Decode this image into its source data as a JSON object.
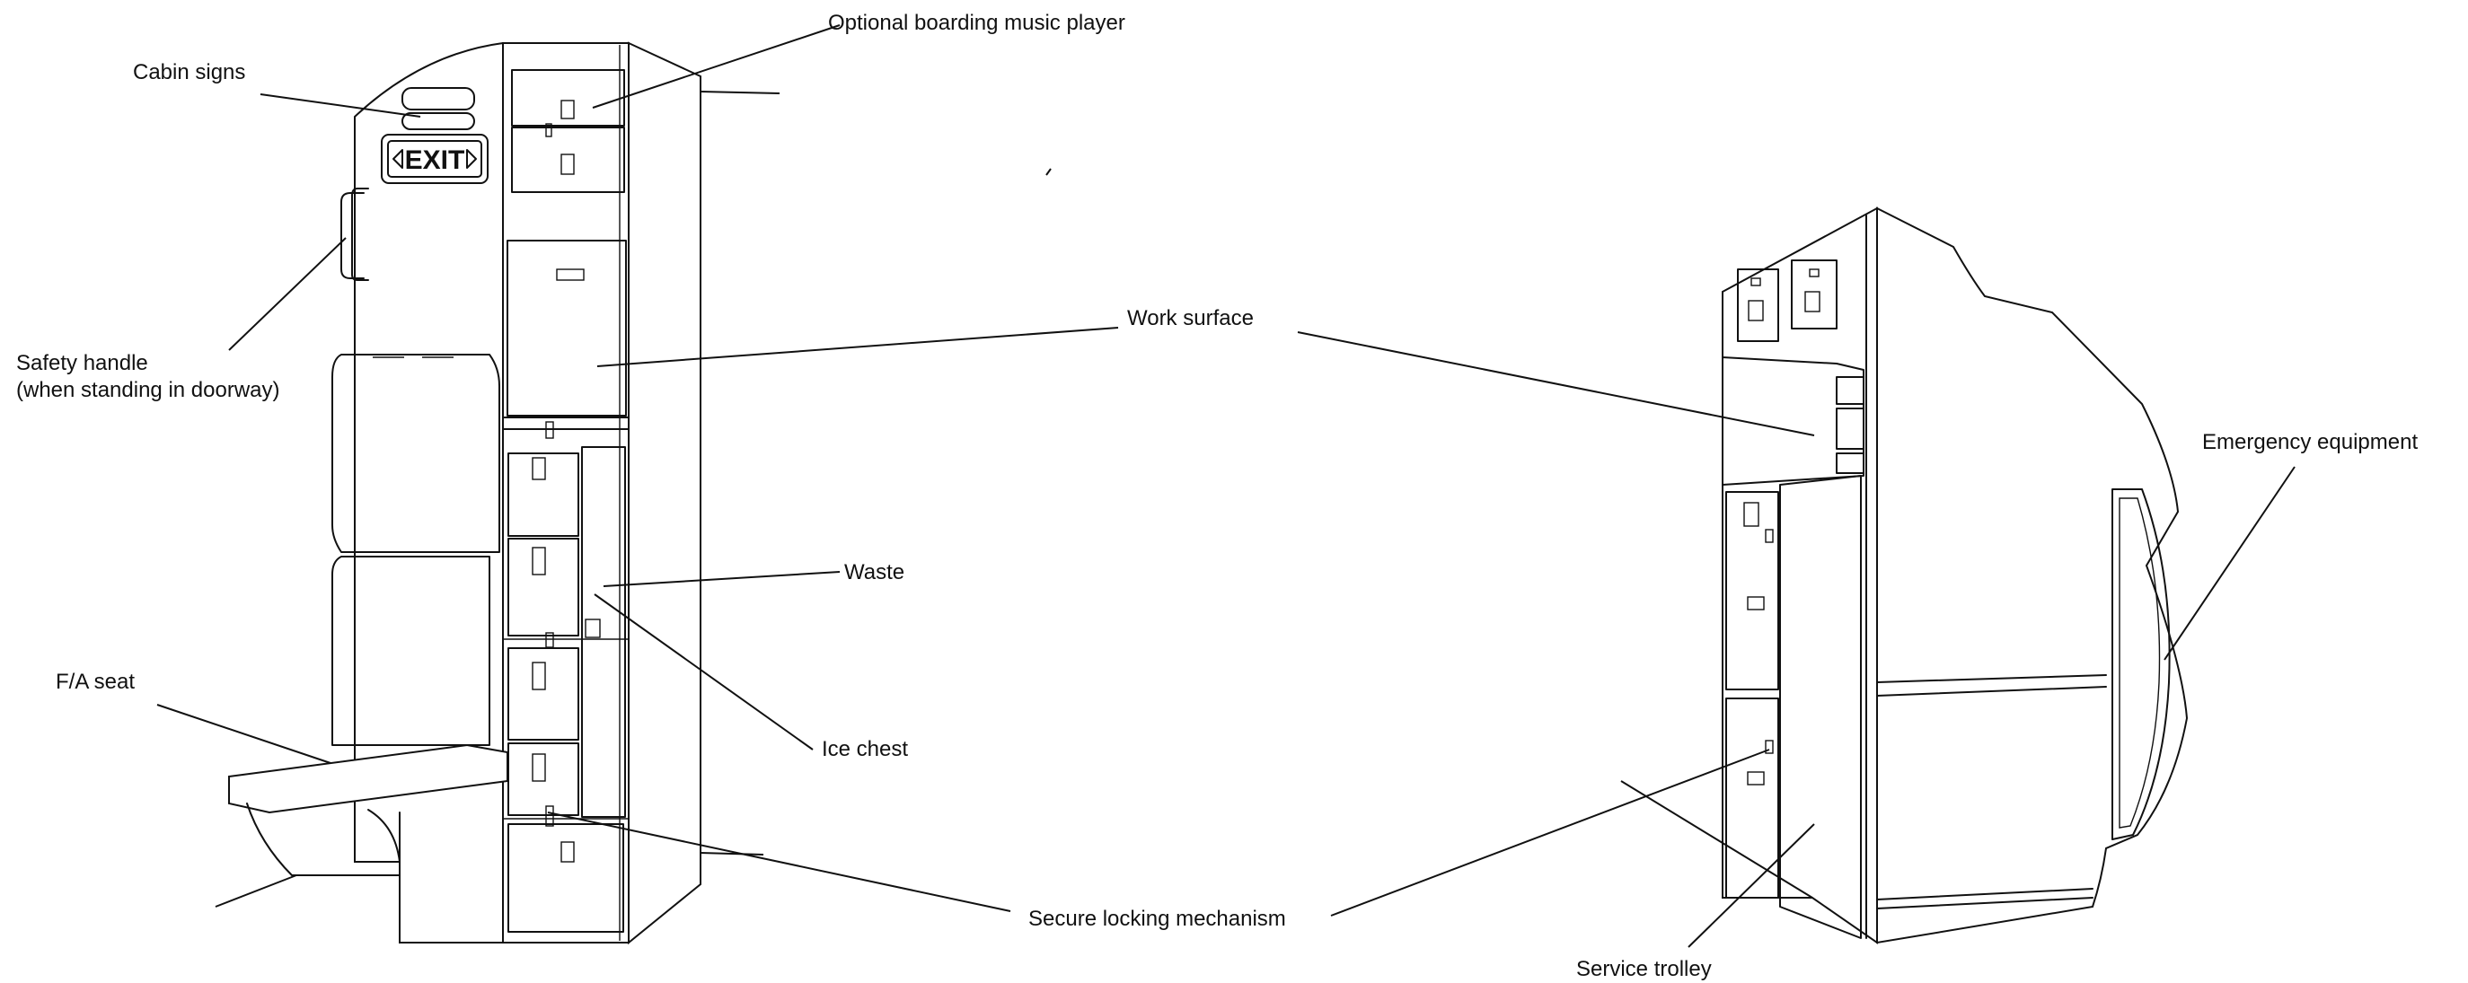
{
  "labels": {
    "boarding_music": "Optional boarding music player",
    "cabin_signs": "Cabin signs",
    "safety_handle_line1": "Safety handle",
    "safety_handle_line2": "(when standing in doorway)",
    "work_surface": "Work surface",
    "waste": "Waste",
    "fa_seat": "F/A seat",
    "ice_chest": "Ice chest",
    "secure_locking": "Secure locking mechanism",
    "service_trolley": "Service trolley",
    "emergency_equipment": "Emergency equipment"
  },
  "exit_sign": "EXIT"
}
